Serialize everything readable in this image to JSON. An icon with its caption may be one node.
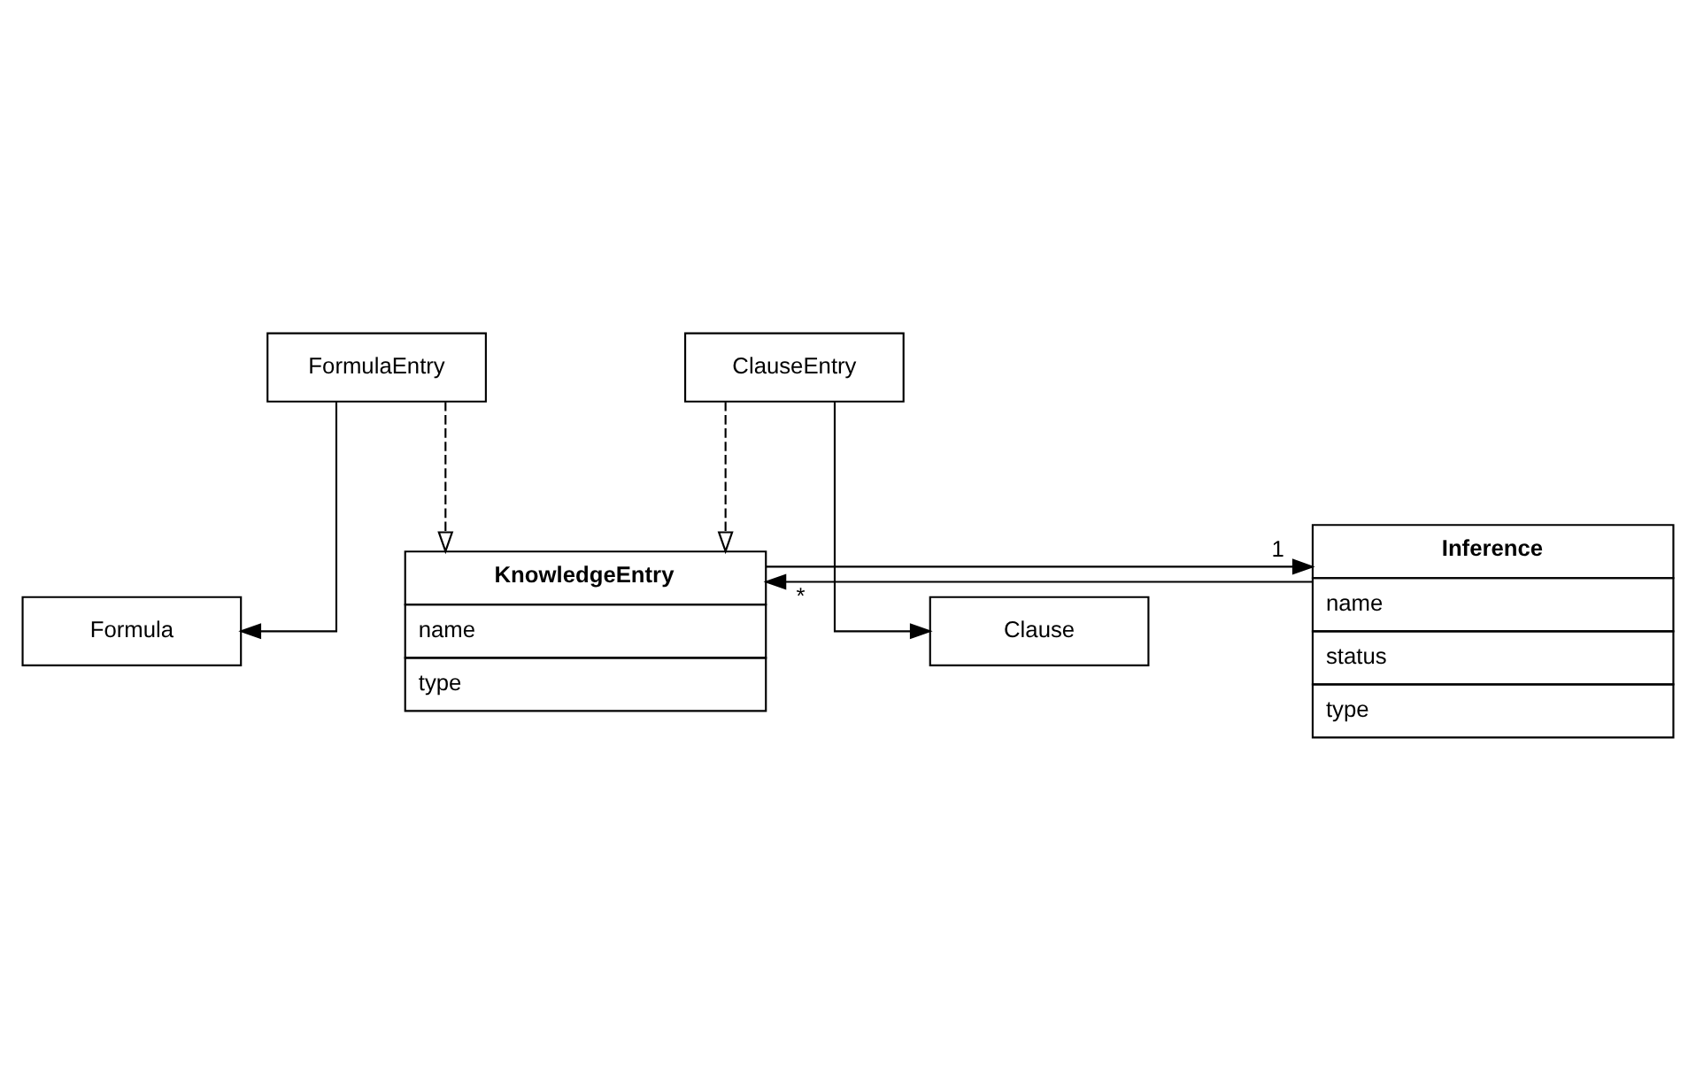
{
  "diagram": {
    "nodes": [
      {
        "text": [
          "KnowledgeEntry",
          "name",
          "type"
        ]
      },
      {
        "text": [
          "Inference",
          "name",
          "status",
          "type"
        ]
      },
      {
        "text": [
          "FormulaEntry"
        ]
      },
      {
        "text": [
          "ClauseEntry"
        ]
      },
      {
        "text": [
          "Formula"
        ]
      },
      {
        "text": [
          "Clause"
        ]
      }
    ],
    "edges": [
      {
        "from": 1,
        "to": 0,
        "arrow": "to",
        "label": "*"
      },
      {
        "from": 0,
        "to": 1,
        "arrow": "to",
        "label": "1"
      },
      {
        "from": 2,
        "to": 0,
        "arrow": "to",
        "style": "dashed"
      },
      {
        "from": 3,
        "to": 0,
        "arrow": "to",
        "style": "dashed"
      },
      {
        "from": 2,
        "to": 4,
        "arrow": "to"
      },
      {
        "from": 3,
        "to": 5,
        "arrow": "to"
      }
    ]
  }
}
